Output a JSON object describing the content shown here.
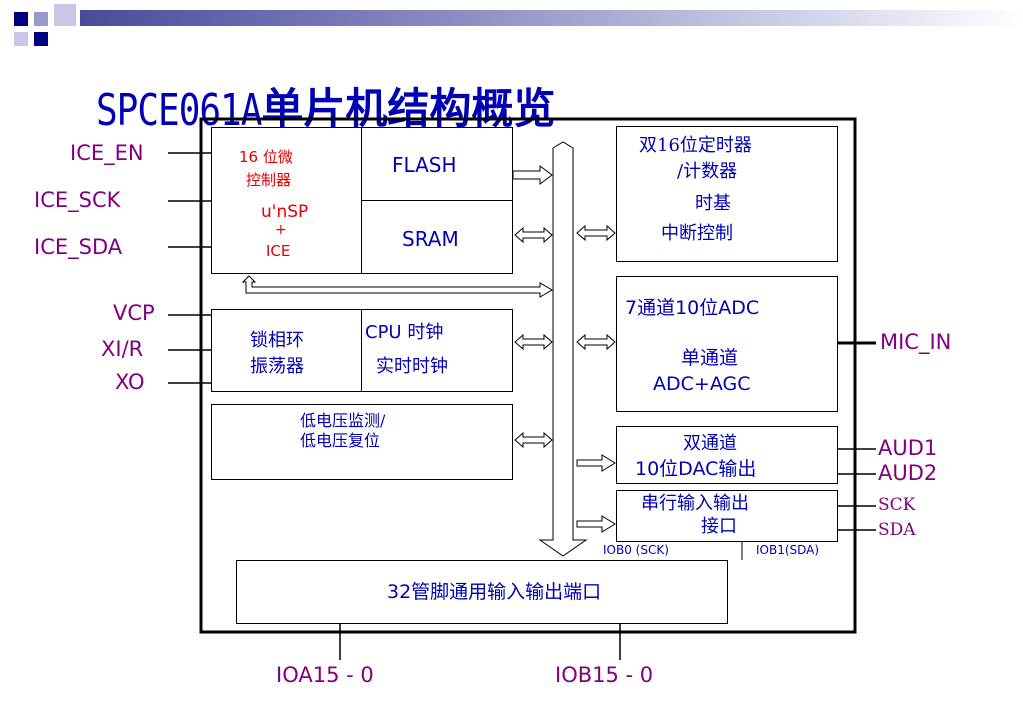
{
  "title": {
    "latin": "SPCE061A",
    "cjk": "单片机结构概览"
  },
  "left_pins": [
    "ICE_EN",
    "ICE_SCK",
    "ICE_SDA",
    "VCP",
    "XI/R",
    "XO"
  ],
  "right_pins": {
    "mic": "MIC_IN",
    "aud1": "AUD1",
    "aud2": "AUD2",
    "sck": "SCK",
    "sda": "SDA"
  },
  "bottom_pins": {
    "ioa": "IOA15 - 0",
    "iob": "IOB15 - 0"
  },
  "blocks": {
    "cpu": {
      "line1": "16 位微",
      "line2": "控制器",
      "line3": "u'nSP",
      "line4": "+",
      "line5": "ICE"
    },
    "flash": "FLASH",
    "sram": "SRAM",
    "pll": {
      "line1": "锁相环",
      "line2": "振荡器"
    },
    "clock": {
      "line1": "CPU 时钟",
      "line2": "实时时钟"
    },
    "lvd": {
      "line1": "低电压监测/",
      "line2": "低电压复位"
    },
    "timer": {
      "line1": "双16位定时器",
      "line2": "/计数器",
      "line3": "时基",
      "line4": "中断控制"
    },
    "adc": {
      "line1": "7通道10位ADC",
      "line2": "单通道",
      "line3": "ADC+AGC"
    },
    "dac": {
      "line1": "双通道",
      "line2": "10位DAC输出"
    },
    "sio": {
      "line1": "串行输入输出",
      "line2": "接口"
    },
    "iob0": "IOB0 (SCK)",
    "iob1": "IOB1(SDA)",
    "gpio": "32管脚通用输入输出端口"
  },
  "colors": {
    "title": "#0000b4",
    "pins": "#800080",
    "block_text": "#0000b4",
    "cpu_text": "#e00000",
    "corner_navy": "#000080"
  }
}
